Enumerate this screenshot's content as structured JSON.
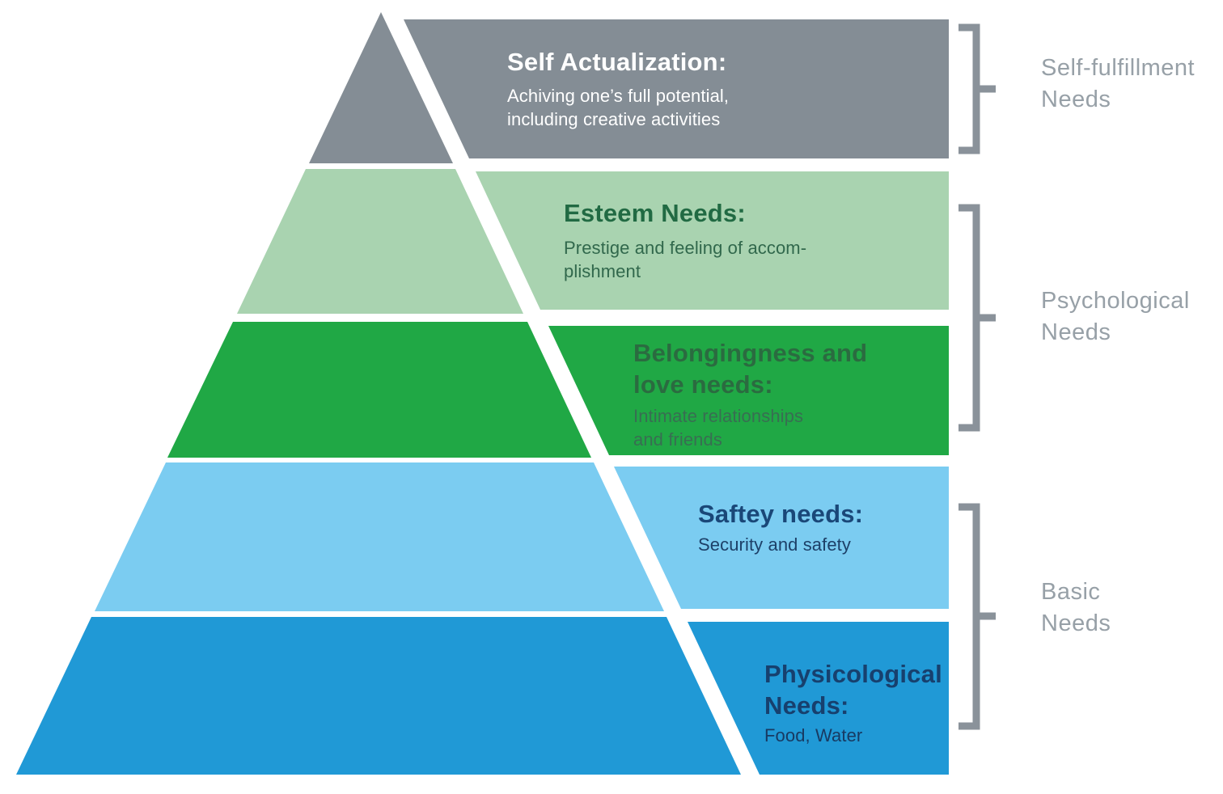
{
  "layers": [
    {
      "name": "Self Actualization",
      "title": "Self Actualization:",
      "description": "Achiving one’s full potential,\nincluding creative activities",
      "color": "#848D95",
      "title_color": "#FFFFFF",
      "desc_color": "#FFFFFF"
    },
    {
      "name": "Esteem Needs",
      "title": "Esteem Needs:",
      "description": "Prestige and feeling of accom-\nplishment",
      "color": "#A9D3B0",
      "title_color": "#216A43",
      "desc_color": "#31684C"
    },
    {
      "name": "Belongingness and love needs",
      "title": "Belongingness and\nlove needs:",
      "description": "Intimate relationships\nand friends",
      "color": "#20A845",
      "title_color": "#2B6B40",
      "desc_color": "#386E52"
    },
    {
      "name": "Saftey needs",
      "title": "Saftey needs:",
      "description": "Security and safety",
      "color": "#7BCCF1",
      "title_color": "#1A4778",
      "desc_color": "#1D4068"
    },
    {
      "name": "Physicological Needs",
      "title": "Physicological\nNeeds:",
      "description": "Food, Water",
      "color": "#2099D6",
      "title_color": "#17406E",
      "desc_color": "#183A62"
    }
  ],
  "groups": [
    {
      "label": "Self-fulfillment\nNeeds"
    },
    {
      "label": "Psychological\nNeeds"
    },
    {
      "label": "Basic\nNeeds"
    }
  ],
  "colors": {
    "background": "#FFFFFF",
    "bracket": "#8A929A",
    "group_label": "#97A0A7"
  }
}
